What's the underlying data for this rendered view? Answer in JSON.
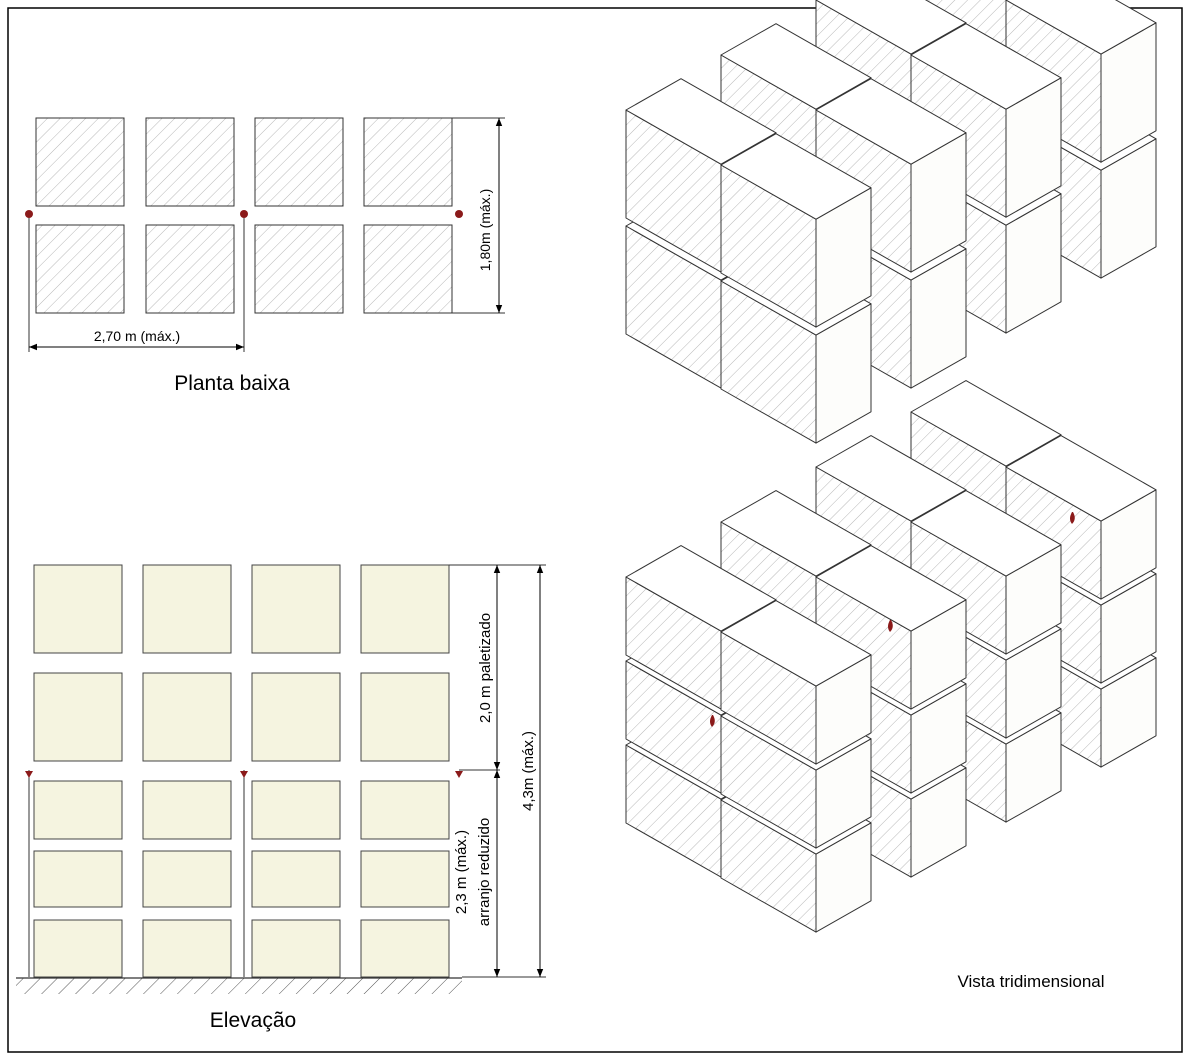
{
  "plan": {
    "title": "Planta baixa",
    "width_dim": "2,70 m (máx.)",
    "height_dim": "1,80m (máx.)"
  },
  "elevation": {
    "title": "Elevação",
    "palletized_dim": "2,0 m paletizado",
    "reduced_dim_line1": "2,3 m (máx.)",
    "reduced_dim_line2": "arranjo reduzido",
    "total_dim": "4,3m (máx.)"
  },
  "iso": {
    "title": "Vista tridimensional"
  },
  "colors": {
    "sprinkler": "#8b1a1a",
    "elevation_fill": "#f5f4e0",
    "hatch": "#b8b8b8",
    "line": "#333333"
  }
}
